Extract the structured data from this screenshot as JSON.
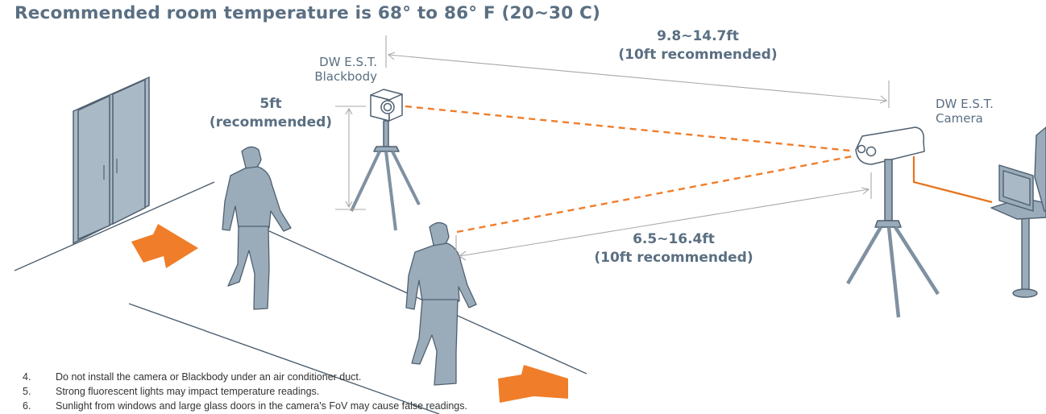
{
  "title": "Recommended room temperature is 68° to 86° F (20~30 C)",
  "labels": {
    "blackbody_line1": "DW E.S.T.",
    "blackbody_line2": "Blackbody",
    "camera_line1": "DW E.S.T.",
    "camera_line2": "Camera",
    "height_line1": "5ft",
    "height_line2": "(recommended)",
    "far_line1": "9.8~14.7ft",
    "far_line2": "(10ft recommended)",
    "near_line1": "6.5~16.4ft",
    "near_line2": "(10ft recommended)"
  },
  "notes": [
    {
      "num": "4.",
      "text": "Do not install the camera or Blackbody under an air conditioner duct."
    },
    {
      "num": "5.",
      "text": "Strong fluorescent lights may impact temperature readings."
    },
    {
      "num": "6.",
      "text": "Sunlight from windows and large glass doors in the camera's FoV may cause false readings."
    }
  ],
  "colors": {
    "accent": "#f07d2a",
    "figure": "#9aabba",
    "outline": "#4f6070",
    "text": "#5a6f82"
  }
}
